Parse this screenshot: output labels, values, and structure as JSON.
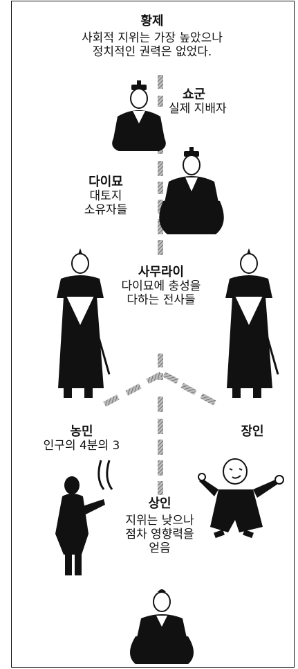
{
  "emperor": {
    "title": "황제",
    "desc1": "사회적 지위는 가장 높았으나",
    "desc2": "정치적인 권력은 없었다."
  },
  "shogun": {
    "title": "쇼군",
    "desc1": "실제 지배자"
  },
  "daimyo": {
    "title": "다이묘",
    "desc1": "대토지",
    "desc2": "소유자들"
  },
  "samurai": {
    "title": "사무라이",
    "desc1": "다이묘에 충성을",
    "desc2": "다하는 전사들"
  },
  "peasant": {
    "title": "농민",
    "desc1": "인구의 4분의 3"
  },
  "artisan": {
    "title": "장인"
  },
  "merchant": {
    "title": "상인",
    "desc1": "지위는 낮으나",
    "desc2": "점차 영향력을",
    "desc3": "얻음"
  },
  "colors": {
    "ink": "#111111",
    "line": "#8a8a8a",
    "paper": "#ffffff"
  }
}
